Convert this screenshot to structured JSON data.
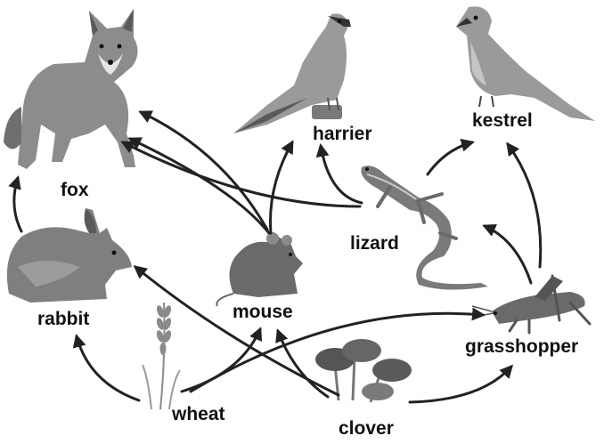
{
  "organisms": {
    "fox": "fox",
    "harrier": "harrier",
    "kestrel": "kestrel",
    "lizard": "lizard",
    "rabbit": "rabbit",
    "mouse": "mouse",
    "grasshopper": "grasshopper",
    "wheat": "wheat",
    "clover": "clover"
  },
  "icons": [
    "fox-icon",
    "harrier-icon",
    "kestrel-icon",
    "lizard-icon",
    "rabbit-icon",
    "mouse-icon",
    "grasshopper-icon",
    "wheat-icon",
    "clover-icon"
  ],
  "colors": {
    "arrow": "#222222",
    "animal_dark": "#5a5a5a",
    "animal_mid": "#8c8c8c",
    "animal_light": "#bdbdbd"
  },
  "links": [
    {
      "from": "wheat",
      "to": "rabbit"
    },
    {
      "from": "wheat",
      "to": "mouse"
    },
    {
      "from": "wheat",
      "to": "grasshopper"
    },
    {
      "from": "clover",
      "to": "rabbit"
    },
    {
      "from": "clover",
      "to": "mouse"
    },
    {
      "from": "clover",
      "to": "grasshopper"
    },
    {
      "from": "rabbit",
      "to": "fox"
    },
    {
      "from": "mouse",
      "to": "fox"
    },
    {
      "from": "mouse",
      "to": "harrier"
    },
    {
      "from": "lizard",
      "to": "fox"
    },
    {
      "from": "lizard",
      "to": "harrier"
    },
    {
      "from": "lizard",
      "to": "kestrel"
    },
    {
      "from": "grasshopper",
      "to": "lizard"
    },
    {
      "from": "grasshopper",
      "to": "kestrel"
    }
  ]
}
